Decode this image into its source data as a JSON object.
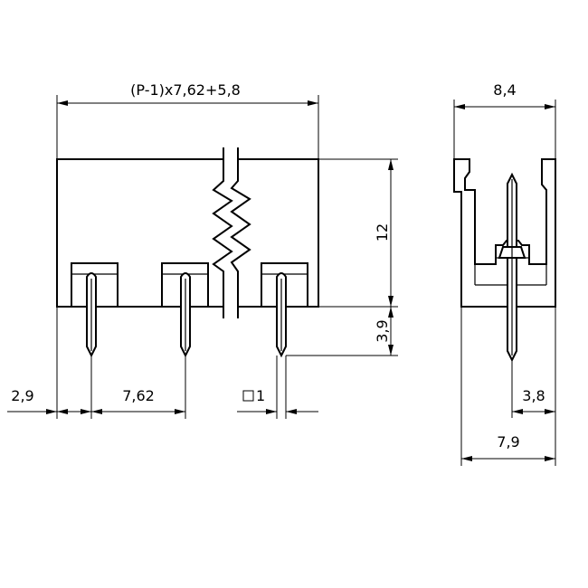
{
  "front_view": {
    "overall_width": "(P-1)x7,62+5,8",
    "height": "12",
    "pin_length": "3,9",
    "edge_offset": "2,9",
    "pitch": "7,62",
    "pin_square": "1"
  },
  "side_view": {
    "depth": "8,4",
    "pin_offset": "3,8",
    "base_width": "7,9"
  }
}
